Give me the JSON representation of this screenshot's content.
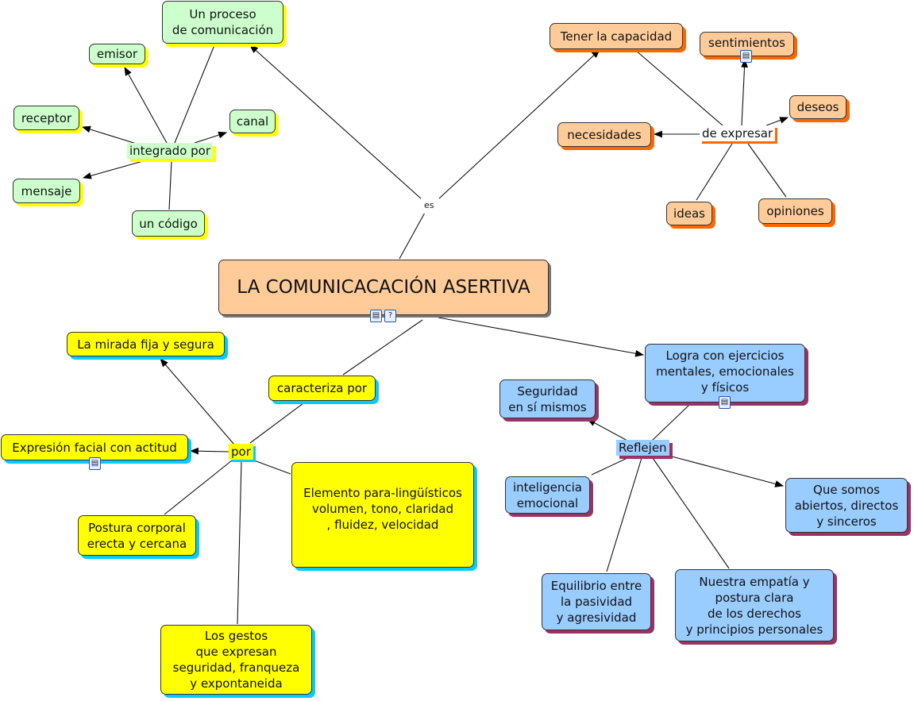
{
  "colors": {
    "green": "#ccffcc",
    "orange": "#ffcc99",
    "yellow": "#ffff00",
    "blue": "#99ccff"
  },
  "central": "LA COMUNICACACIÓN ASERTIVA",
  "links": {
    "es": "es",
    "integrado": "integrado por",
    "expresar": "de expresar",
    "caracteriza": "caracteriza por",
    "por": "por",
    "reflejen": "Reflejen"
  },
  "green": {
    "proceso": "Un proceso\n de comunicación",
    "emisor": "emisor",
    "receptor": "receptor",
    "canal": "canal",
    "mensaje": "mensaje",
    "codigo": "un código"
  },
  "orange": {
    "capacidad": "Tener la capacidad",
    "sentimientos": "sentimientos",
    "deseos": "deseos",
    "necesidades": "necesidades",
    "ideas": "ideas",
    "opiniones": "opiniones"
  },
  "yellow": {
    "mirada": "La mirada fija y segura",
    "expresion": "Expresión facial con actitud",
    "elemento": "Elemento para-lingüísticos\n volumen, tono, claridad\n, fluidez, velocidad",
    "postura": "Postura corporal\nerecta y cercana",
    "gestos": "Los gestos\n que expresan\nseguridad, franqueza\n y expontaneida"
  },
  "blue": {
    "logra": "Logra con ejercicios\nmentales, emocionales\ny físicos",
    "seguridad": "Seguridad\nen sí mismos",
    "inteligencia": "inteligencia\nemocional",
    "quesomos": "Que somos\nabiertos, directos\ny sinceros",
    "equilibrio": "Equilibrio entre\nla pasividad\ny agresividad",
    "empatia": "Nuestra empatía y\npostura clara\nde los derechos\ny principios personales"
  },
  "icons": [
    "resource-document-icon",
    "resource-question-icon"
  ]
}
